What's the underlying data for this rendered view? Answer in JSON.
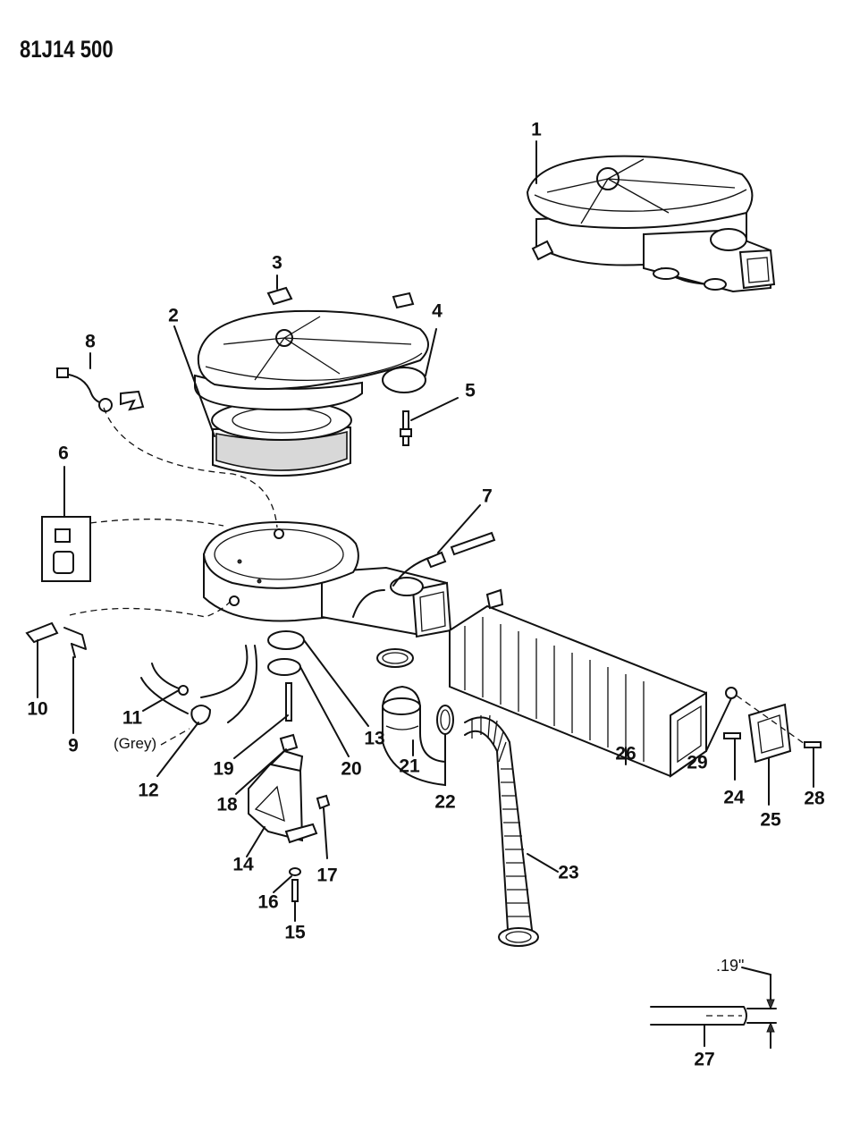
{
  "document_code": "81J14 500",
  "callouts": [
    {
      "id": "1",
      "label": "1"
    },
    {
      "id": "2",
      "label": "2"
    },
    {
      "id": "3",
      "label": "3"
    },
    {
      "id": "4",
      "label": "4"
    },
    {
      "id": "5",
      "label": "5"
    },
    {
      "id": "6",
      "label": "6"
    },
    {
      "id": "7",
      "label": "7"
    },
    {
      "id": "8",
      "label": "8"
    },
    {
      "id": "9",
      "label": "9"
    },
    {
      "id": "10",
      "label": "10"
    },
    {
      "id": "11",
      "label": "11"
    },
    {
      "id": "12",
      "label": "12"
    },
    {
      "id": "13",
      "label": "13"
    },
    {
      "id": "14",
      "label": "14"
    },
    {
      "id": "15",
      "label": "15"
    },
    {
      "id": "16",
      "label": "16"
    },
    {
      "id": "17",
      "label": "17"
    },
    {
      "id": "18",
      "label": "18"
    },
    {
      "id": "19",
      "label": "19"
    },
    {
      "id": "20",
      "label": "20"
    },
    {
      "id": "21",
      "label": "21"
    },
    {
      "id": "22",
      "label": "22"
    },
    {
      "id": "23",
      "label": "23"
    },
    {
      "id": "24",
      "label": "24"
    },
    {
      "id": "25",
      "label": "25"
    },
    {
      "id": "26",
      "label": "26"
    },
    {
      "id": "27",
      "label": "27"
    },
    {
      "id": "28",
      "label": "28"
    },
    {
      "id": "29",
      "label": "29"
    }
  ],
  "notes": {
    "grey": "(Grey)",
    "dimension": ".19\""
  }
}
